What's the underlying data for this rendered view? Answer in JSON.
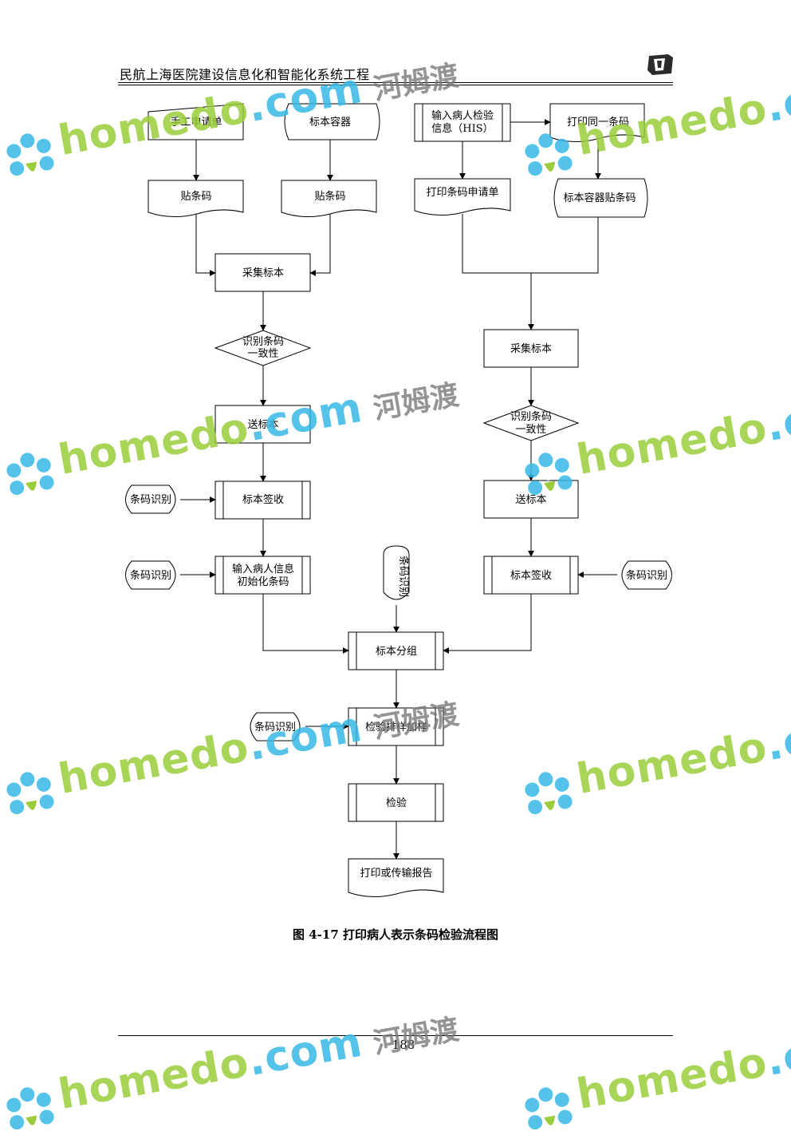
{
  "header": {
    "title": "民航上海医院建设信息化和智能化系统工程"
  },
  "watermark": {
    "latin": "homedo",
    "dot": ".com",
    "chinese": "河姆渡"
  },
  "nodes": {
    "n1": "手工申请单",
    "n2": "标本容器",
    "n3": "输入病人检验",
    "n3b": "信息（HIS）",
    "n4": "打印同一条码",
    "n5": "贴条码",
    "n6": "贴条码",
    "n7": "打印条码申请单",
    "n8": "标本容器贴条码",
    "n9": "采集标本",
    "n10a": "识别条码",
    "n10b": "一致性",
    "n11": "采集标本",
    "n12": "送标本",
    "n13a": "识别条码",
    "n13b": "一致性",
    "n14": "条码识别",
    "n15": "标本签收",
    "n16": "送标本",
    "n17": "条码识别",
    "n18a": "输入病人信息",
    "n18b": "初始化条码",
    "n19": "条码识别",
    "n20": "标本签收",
    "n21": "条码识别",
    "n22": "标本分组",
    "n23": "条码识别",
    "n24": "检验排样加样",
    "n25": "检验",
    "n26": "打印或传输报告"
  },
  "caption": "图 4-17 打印病人表示条码检验流程图",
  "page_number": "188"
}
